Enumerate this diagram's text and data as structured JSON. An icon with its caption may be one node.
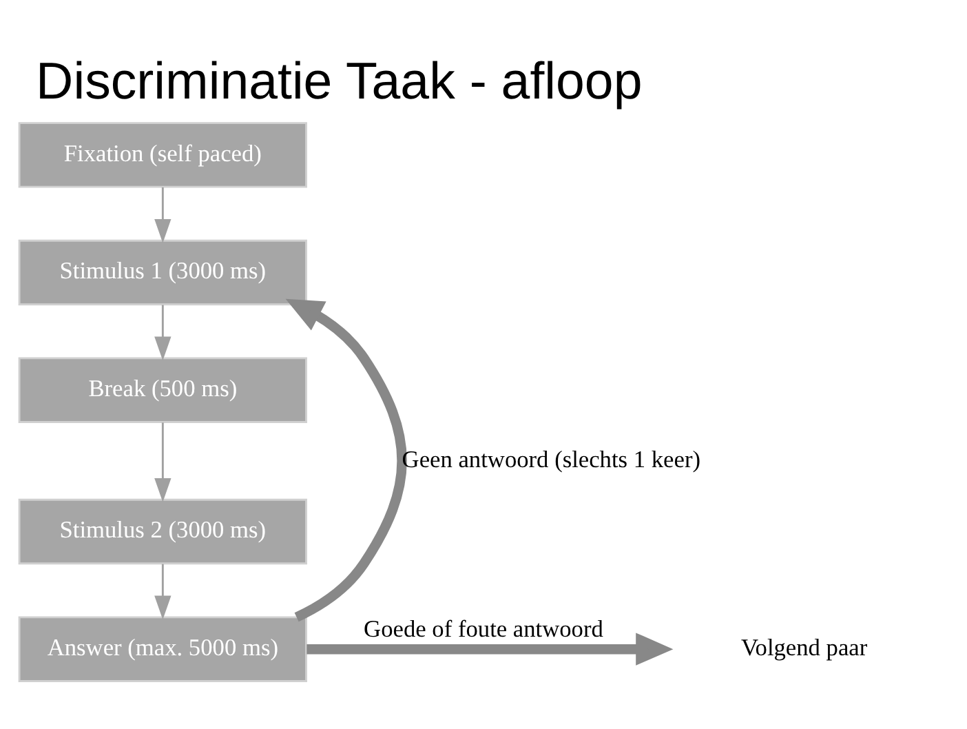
{
  "diagram": {
    "title": "Discriminatie Taak - afloop",
    "nodes": [
      {
        "text": [
          "Fixation (self paced)"
        ]
      },
      {
        "text": [
          "Stimulus 1 (3000 ms)"
        ]
      },
      {
        "text": [
          "Break (500 ms)"
        ]
      },
      {
        "text": [
          "Stimulus 2 (3000 ms)"
        ]
      },
      {
        "text": [
          "Answer (max. 5000 ms)"
        ]
      },
      {
        "text": [
          "Volgend paar"
        ]
      }
    ],
    "edges": [
      {
        "from": 0,
        "to": 1,
        "arrow": "to"
      },
      {
        "from": 1,
        "to": 2,
        "arrow": "to"
      },
      {
        "from": 2,
        "to": 3,
        "arrow": "to"
      },
      {
        "from": 3,
        "to": 4,
        "arrow": "to"
      },
      {
        "from": 4,
        "to": 1,
        "arrow": "to",
        "label": "Geen antwoord (slechts 1 keer)",
        "style": "thick"
      },
      {
        "from": 4,
        "to": 5,
        "arrow": "to",
        "label": "Goede of foute antwoord",
        "style": "thick"
      }
    ]
  }
}
